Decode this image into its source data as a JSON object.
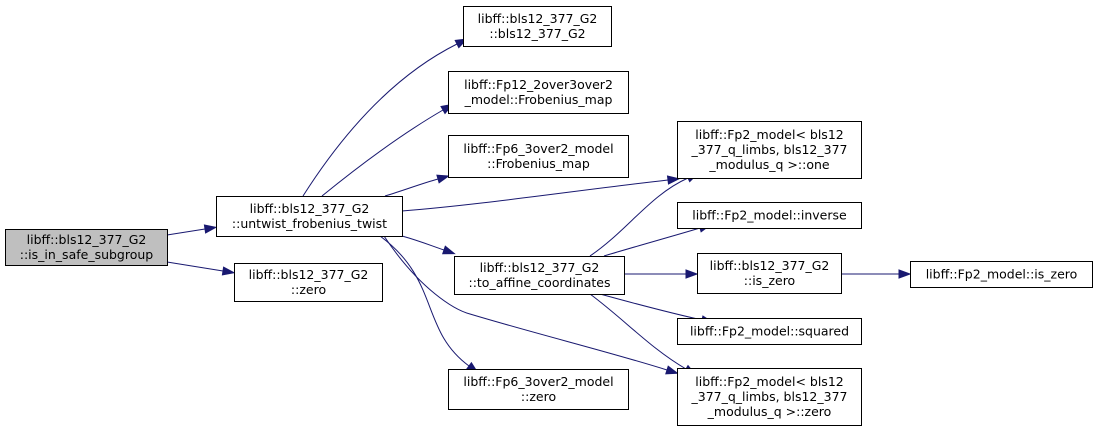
{
  "diagram": {
    "type": "call-graph",
    "nodes": [
      {
        "id": "is_in_safe_subgroup",
        "lines": [
          "libff::bls12_377_G2",
          "::is_in_safe_subgroup"
        ],
        "highlighted": true
      },
      {
        "id": "untwist",
        "lines": [
          "libff::bls12_377_G2",
          "::untwist_frobenius_twist"
        ]
      },
      {
        "id": "g2_zero",
        "lines": [
          "libff::bls12_377_G2",
          "::zero"
        ]
      },
      {
        "id": "g2_ctor",
        "lines": [
          "libff::bls12_377_G2",
          "::bls12_377_G2"
        ]
      },
      {
        "id": "fp12_frob",
        "lines": [
          "libff::Fp12_2over3over2",
          "_model::Frobenius_map"
        ]
      },
      {
        "id": "fp6_frob",
        "lines": [
          "libff::Fp6_3over2_model",
          "::Frobenius_map"
        ]
      },
      {
        "id": "to_affine",
        "lines": [
          "libff::bls12_377_G2",
          "::to_affine_coordinates"
        ]
      },
      {
        "id": "fp6_zero",
        "lines": [
          "libff::Fp6_3over2_model",
          "::zero"
        ]
      },
      {
        "id": "fp2_one",
        "lines": [
          "libff::Fp2_model< bls12",
          "_377_q_limbs, bls12_377",
          "_modulus_q >::one"
        ]
      },
      {
        "id": "fp2_inverse",
        "lines": [
          "libff::Fp2_model::inverse"
        ]
      },
      {
        "id": "g2_is_zero",
        "lines": [
          "libff::bls12_377_G2",
          "::is_zero"
        ]
      },
      {
        "id": "fp2_squared",
        "lines": [
          "libff::Fp2_model::squared"
        ]
      },
      {
        "id": "fp2_zero",
        "lines": [
          "libff::Fp2_model< bls12",
          "_377_q_limbs, bls12_377",
          "_modulus_q >::zero"
        ]
      },
      {
        "id": "fp2_is_zero",
        "lines": [
          "libff::Fp2_model::is_zero"
        ]
      }
    ],
    "edges": [
      {
        "from": "is_in_safe_subgroup",
        "to": "untwist"
      },
      {
        "from": "is_in_safe_subgroup",
        "to": "g2_zero"
      },
      {
        "from": "untwist",
        "to": "g2_ctor"
      },
      {
        "from": "untwist",
        "to": "fp12_frob"
      },
      {
        "from": "untwist",
        "to": "fp6_frob"
      },
      {
        "from": "untwist",
        "to": "fp2_one"
      },
      {
        "from": "untwist",
        "to": "to_affine"
      },
      {
        "from": "untwist",
        "to": "fp6_zero"
      },
      {
        "from": "untwist",
        "to": "fp2_zero"
      },
      {
        "from": "to_affine",
        "to": "fp2_one"
      },
      {
        "from": "to_affine",
        "to": "fp2_inverse"
      },
      {
        "from": "to_affine",
        "to": "g2_is_zero"
      },
      {
        "from": "to_affine",
        "to": "fp2_squared"
      },
      {
        "from": "to_affine",
        "to": "fp2_zero"
      },
      {
        "from": "g2_is_zero",
        "to": "fp2_is_zero"
      }
    ],
    "colors": {
      "edge": "#191970",
      "highlight_fill": "#bfbfbf",
      "node_border": "#000000"
    }
  }
}
